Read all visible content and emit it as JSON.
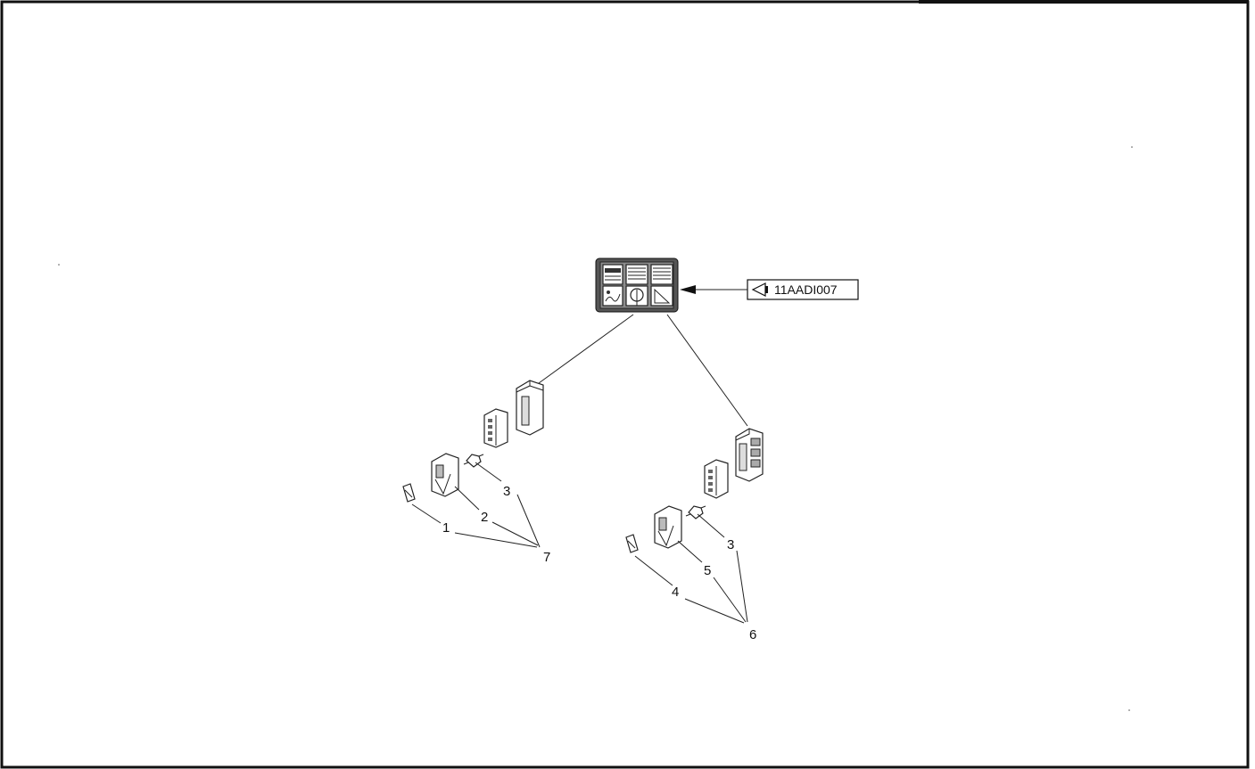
{
  "reference_tag": {
    "icon": "speaker-triangle-icon",
    "text": "11AADI007"
  },
  "callouts": {
    "left_1": "1",
    "left_2": "2",
    "left_3": "3",
    "left_7": "7",
    "right_3": "3",
    "right_4": "4",
    "right_5": "5",
    "right_6": "6"
  }
}
